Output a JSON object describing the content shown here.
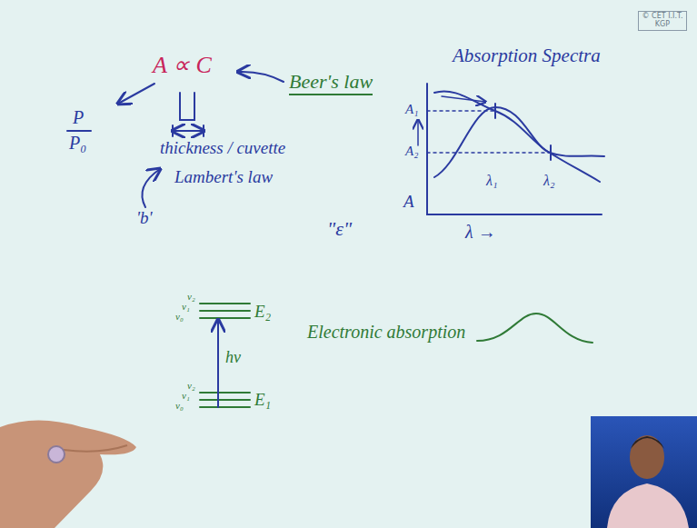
{
  "diagram": {
    "labels": [
      "A ∝ C",
      "Beer's law",
      "P",
      "P₀",
      "thickness / cuvette",
      "Lambert's law",
      "'b'",
      "\"ε\"",
      "Absorption Spectra",
      "A₁",
      "A₂",
      "A",
      "λ₁",
      "λ₂",
      "λ →",
      "ν₂",
      "ν₁",
      "ν₀",
      "E₂",
      "hν",
      "ν₂",
      "ν₁",
      "ν₀",
      "E₁",
      "Electronic absorption",
      "© CET I.I.T. KGP"
    ]
  }
}
